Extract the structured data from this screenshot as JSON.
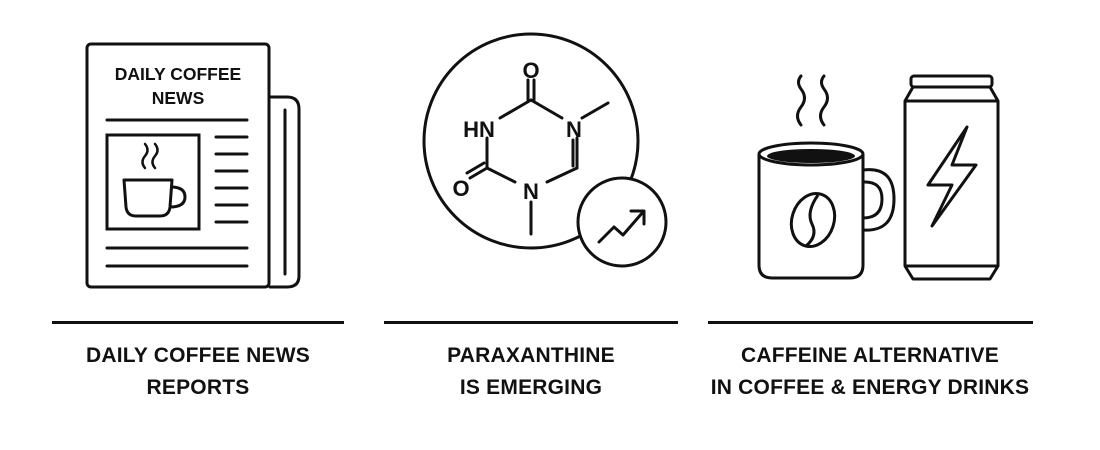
{
  "newspaper": {
    "masthead_line1": "DAILY COFFEE",
    "masthead_line2": "NEWS",
    "icons": [
      "newspaper-icon",
      "coffee-cup-icon",
      "steam-icon"
    ]
  },
  "molecule": {
    "atoms": {
      "o_top": "O",
      "hn": "HN",
      "n_right": "N",
      "o_left": "O",
      "n_bottom": "N"
    },
    "icons": [
      "paraxanthine-molecule-icon",
      "trend-up-arrow-icon"
    ]
  },
  "drinks": {
    "icons": [
      "coffee-mug-icon",
      "coffee-bean-icon",
      "energy-drink-can-icon",
      "lightning-bolt-icon",
      "steam-icon"
    ]
  },
  "captions": [
    {
      "line1": "DAILY COFFEE NEWS",
      "line2": "REPORTS"
    },
    {
      "line1": "PARAXANTHINE",
      "line2": "IS EMERGING"
    },
    {
      "line1": "CAFFEINE ALTERNATIVE",
      "line2": "IN COFFEE & ENERGY DRINKS"
    }
  ],
  "colors": {
    "ink": "#111111",
    "background": "#ffffff"
  }
}
